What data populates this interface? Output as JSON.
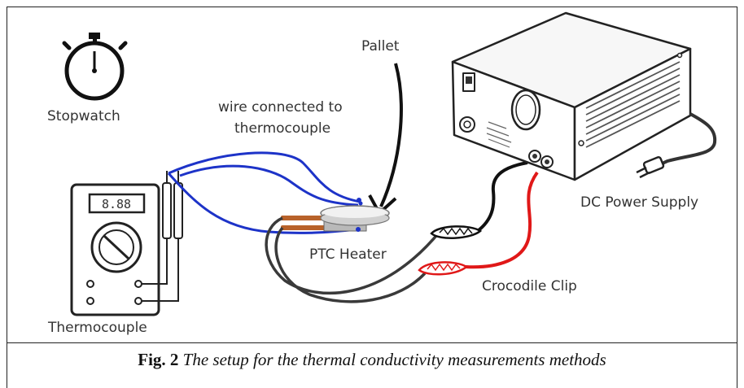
{
  "labels": {
    "stopwatch": "Stopwatch",
    "wire": "wire connected to",
    "wire_line2": "thermocouple",
    "pallet": "Pallet",
    "ptc_heater": "PTC Heater",
    "power_supply": "DC Power Supply",
    "crocodile_clip": "Crocodile Clip",
    "thermocouple": "Thermocouple"
  },
  "meter_display": "8.88",
  "caption": {
    "fig_label": "Fig. 2",
    "text": "The setup for the thermal conductivity measurements methods"
  },
  "colors": {
    "blue_wire": "#1d33c8",
    "red_wire": "#e01818",
    "black_wire": "#111111",
    "gray_wire": "#3a3a3a",
    "heater_element": "#b8622a"
  }
}
